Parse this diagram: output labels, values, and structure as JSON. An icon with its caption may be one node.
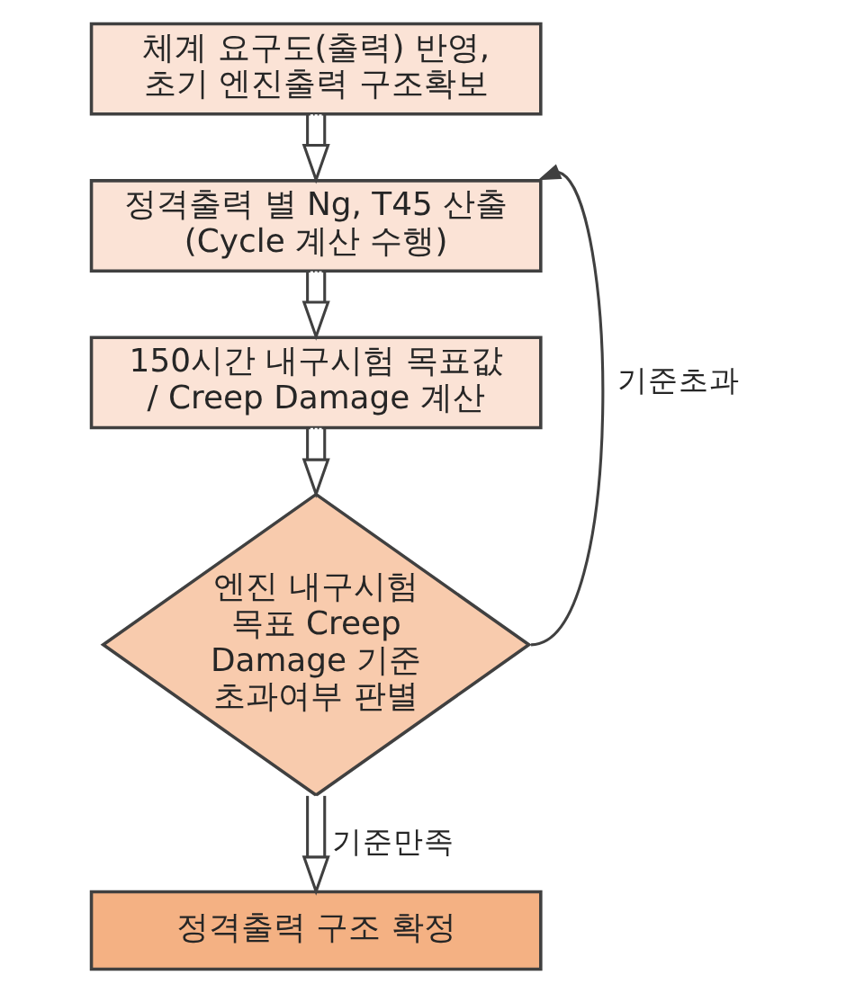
{
  "diagram": {
    "nodes": [
      {
        "text": [
          "체계 요구도(출력) 반영, 초기 엔진출력 구조확보"
        ]
      },
      {
        "text": [
          "정격출력 별 Ng, T45 산출 (Cycle 계산 수행)"
        ]
      },
      {
        "text": [
          "150시간 내구시험 목표값 / Creep Damage 계산"
        ]
      },
      {
        "text": [
          "엔진 내구시험 목표 Creep Damage 기준 초과여부 판별"
        ]
      },
      {
        "text": [
          "정격출력 구조 확정"
        ]
      }
    ],
    "edges": [
      {
        "from": 0,
        "to": 1,
        "arrow": "to"
      },
      {
        "from": 1,
        "to": 2,
        "arrow": "to"
      },
      {
        "from": 2,
        "to": 3,
        "arrow": "to"
      },
      {
        "from": 3,
        "to": 4,
        "arrow": "to",
        "label": "기준만족"
      },
      {
        "from": 3,
        "to": 1,
        "arrow": "to",
        "label": "기준초과"
      }
    ]
  }
}
